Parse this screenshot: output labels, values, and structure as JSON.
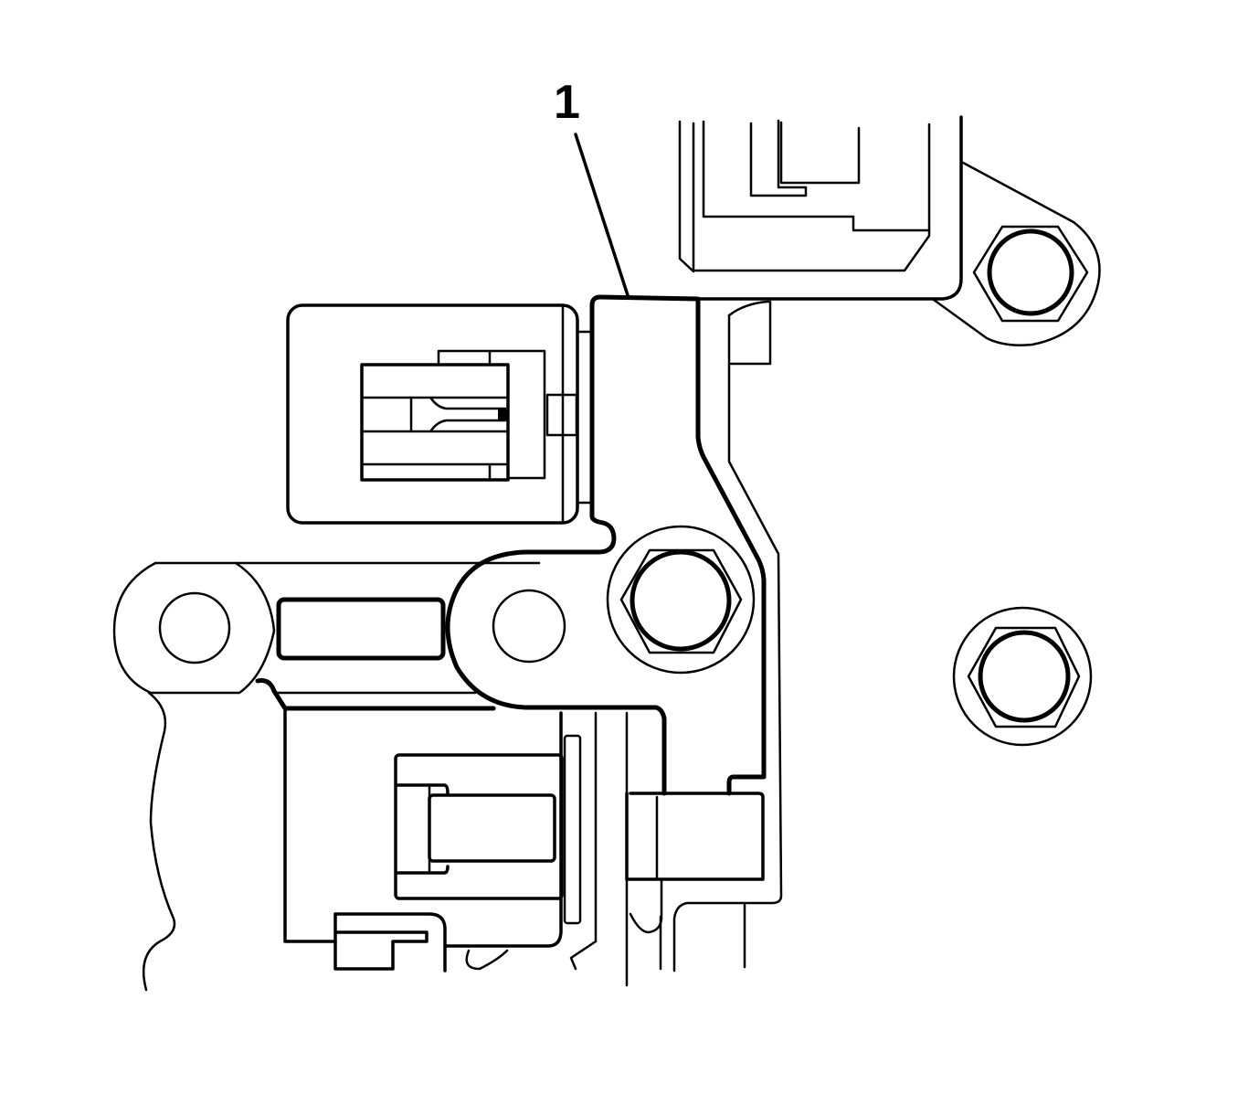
{
  "figure": {
    "type": "service-manual-line-drawing",
    "background": "#ffffff",
    "line_color": "#000000",
    "callouts": [
      {
        "id": 1,
        "label": "1",
        "target": "bracket"
      }
    ],
    "components": [
      "bracket",
      "upper-right-connector-housing",
      "upper-right-mounting-ear-with-nut",
      "left-electrical-connector",
      "center-bolt-with-washer",
      "right-nut-with-washer",
      "lower-link-arm",
      "lower-connector",
      "lower-clip"
    ]
  }
}
